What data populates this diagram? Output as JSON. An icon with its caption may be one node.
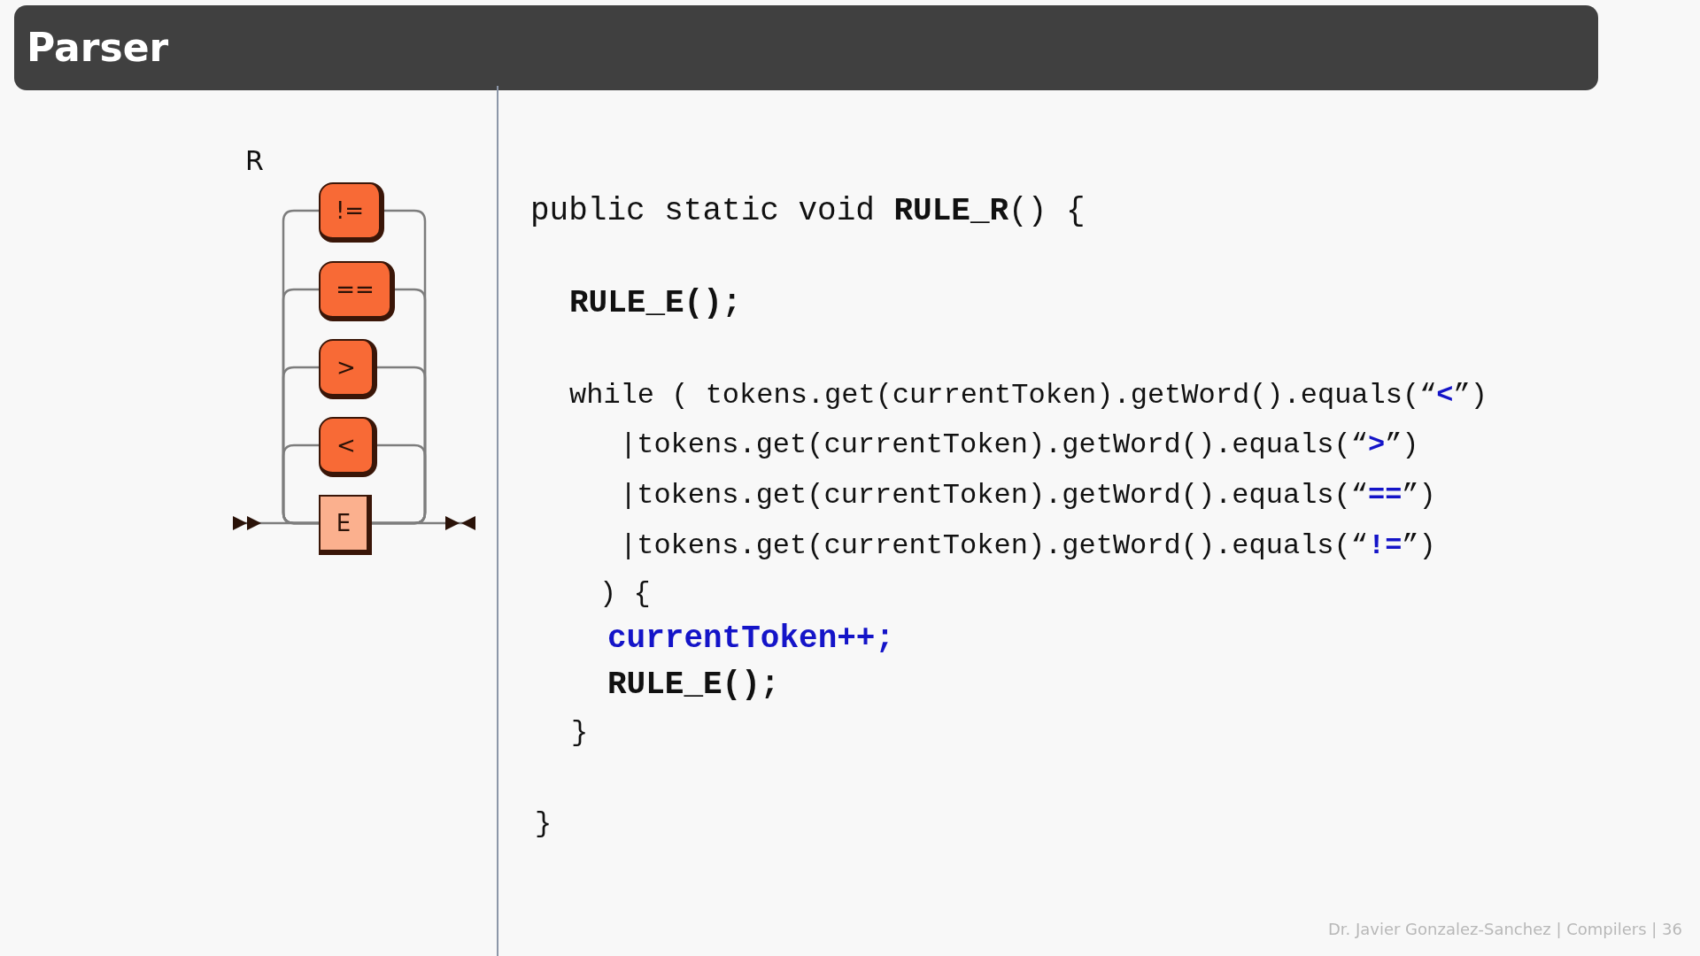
{
  "diagram": {
    "title": "Parser",
    "nodes": [
      {
        "text": [
          "!="
        ]
      },
      {
        "text": [
          "=="
        ]
      },
      {
        "text": [
          ">"
        ]
      },
      {
        "text": [
          "<"
        ]
      },
      {
        "text": [
          "E"
        ]
      }
    ],
    "edges": [
      {
        "from": null,
        "to": 4,
        "arrow": "other"
      },
      {
        "from": 4,
        "to": 0,
        "arrow": "none"
      },
      {
        "from": 4,
        "to": 1,
        "arrow": "none"
      },
      {
        "from": 4,
        "to": 2,
        "arrow": "none"
      },
      {
        "from": 4,
        "to": 3,
        "arrow": "none"
      },
      {
        "from": 0,
        "to": 4,
        "arrow": "none"
      },
      {
        "from": 1,
        "to": 4,
        "arrow": "none"
      },
      {
        "from": 2,
        "to": 4,
        "arrow": "none"
      },
      {
        "from": 3,
        "to": 4,
        "arrow": "none"
      },
      {
        "from": 4,
        "to": null,
        "arrow": "to"
      }
    ],
    "labels": [
      "R",
      "public static void **RULE_R**() {",
      "RULE_E();",
      "while ( tokens.get(currentToken).getWord().equals(“**<**”)",
      "|tokens.get(currentToken).getWord().equals(“**>**”)",
      "|tokens.get(currentToken).getWord().equals(“**==**”)",
      "|tokens.get(currentToken).getWord().equals(“**!=**”)",
      ") {",
      "currentToken++;",
      "RULE_E();",
      "}",
      "}",
      "Dr. Javier Gonzalez-Sanchez | Compilers | 36"
    ]
  }
}
